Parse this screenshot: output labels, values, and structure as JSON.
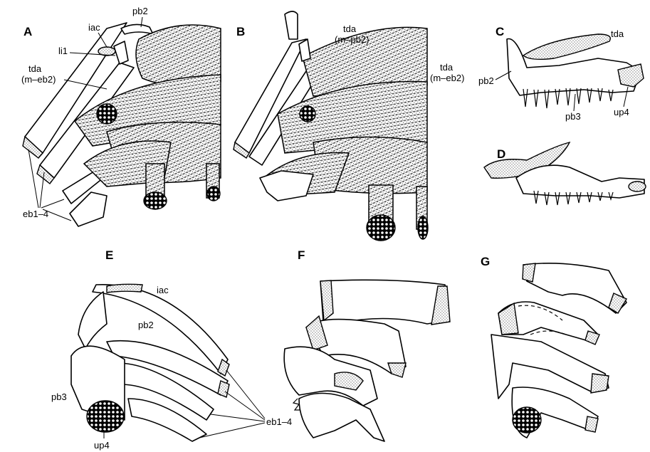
{
  "panels": {
    "A": "A",
    "B": "B",
    "C": "C",
    "D": "D",
    "E": "E",
    "F": "F",
    "G": "G"
  },
  "labels": {
    "a_pb2": "pb2",
    "a_iac": "iac",
    "a_li1": "li1",
    "a_tda": "tda",
    "a_m_eb2": "(m–eb2)",
    "a_eb14": "eb1–4",
    "b_tda": "tda",
    "b_m_pb2": "(m–pb2)",
    "b_tda2": "tda",
    "b_m_eb2": "(m–eb2)",
    "c_tda": "tda",
    "c_pb2": "pb2",
    "c_pb3": "pb3",
    "c_up4": "up4",
    "e_iac": "iac",
    "e_pb2": "pb2",
    "e_pb3": "pb3",
    "e_up4": "up4",
    "e_eb14": "eb1–4"
  }
}
